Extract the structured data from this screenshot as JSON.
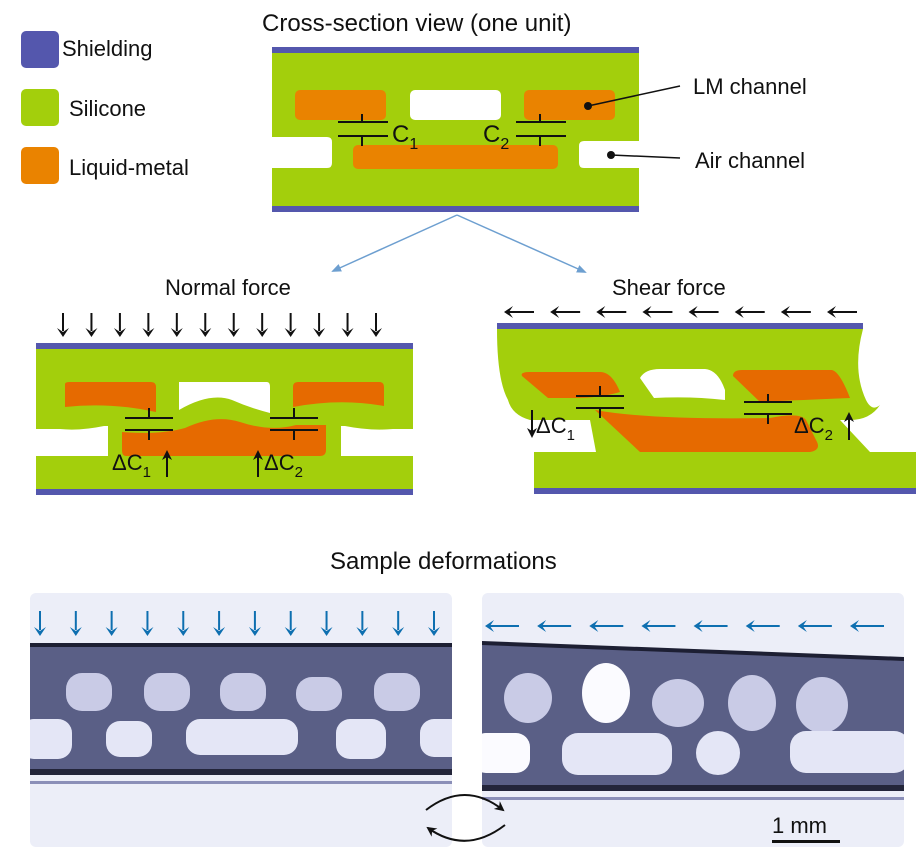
{
  "colors": {
    "shielding": "#5457ad",
    "silicone": "#a3cf0c",
    "liquid_metal": "#ea8300",
    "liquid_metal_deformed": "#e66a00",
    "arrow_blue": "#6d9fd0",
    "photo_arrow": "#0e6fb0",
    "photo_bg": "#eceef8",
    "photo_strip": "#5a5f86"
  },
  "legend": [
    {
      "label": "Shielding",
      "color_key": "shielding"
    },
    {
      "label": "Silicone",
      "color_key": "silicone"
    },
    {
      "label": "Liquid-metal",
      "color_key": "liquid_metal"
    }
  ],
  "cross_section": {
    "title": "Cross-section view (one unit)",
    "c1_label": "C",
    "c1_sub": "1",
    "c2_label": "C",
    "c2_sub": "2",
    "lm_callout": "LM channel",
    "air_callout": "Air channel"
  },
  "normal_force": {
    "title": "Normal force",
    "arrow_count": 12,
    "dc1_label": "ΔC",
    "dc1_sub": "1",
    "dc2_label": "ΔC",
    "dc2_sub": "2"
  },
  "shear_force": {
    "title": "Shear force",
    "arrow_count": 8,
    "dc1_label": "ΔC",
    "dc1_sub": "1",
    "dc2_label": "ΔC",
    "dc2_sub": "2"
  },
  "samples": {
    "title": "Sample deformations",
    "normal_arrow_count": 12,
    "shear_arrow_count": 8,
    "scale_bar_label": "1 mm"
  }
}
